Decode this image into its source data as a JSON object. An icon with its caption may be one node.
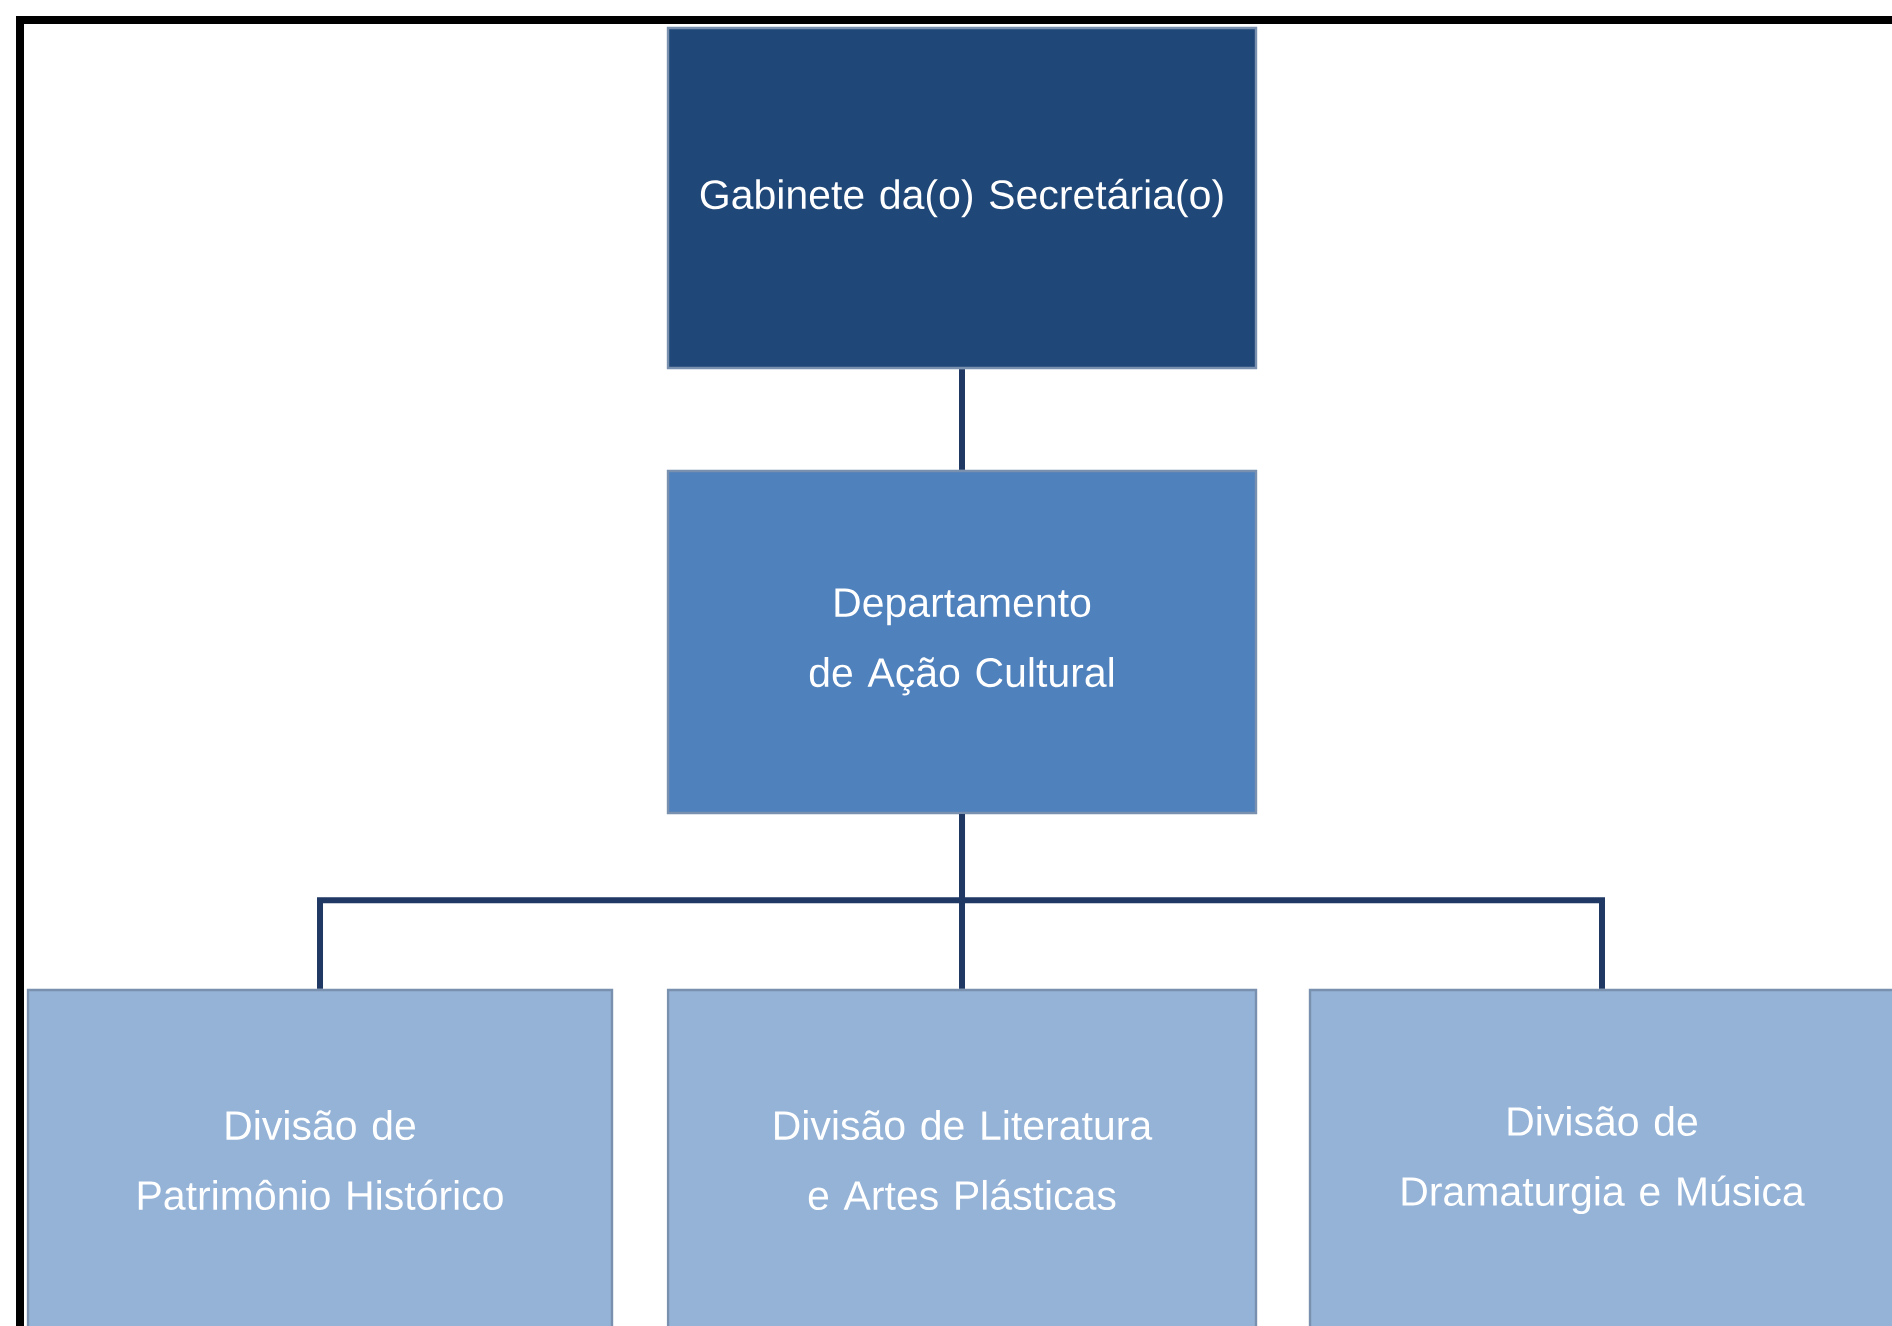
{
  "diagram": {
    "nodes": [
      {
        "text": [
          "Gabinete da(o) Secretária(o)"
        ]
      },
      {
        "text": [
          "Departamento de Ação Cultural"
        ]
      },
      {
        "text": [
          "Divisão de Patrimônio Histórico"
        ]
      },
      {
        "text": [
          "Divisão de Literatura e Artes Plásticas"
        ]
      },
      {
        "text": [
          "Divisão de Dramaturgia e Música"
        ]
      }
    ],
    "edges": [
      {
        "from": 0,
        "to": 1,
        "arrow": "none"
      },
      {
        "from": 1,
        "to": 2,
        "arrow": "none"
      },
      {
        "from": 1,
        "to": 3,
        "arrow": "none"
      },
      {
        "from": 1,
        "to": 4,
        "arrow": "none"
      }
    ]
  }
}
